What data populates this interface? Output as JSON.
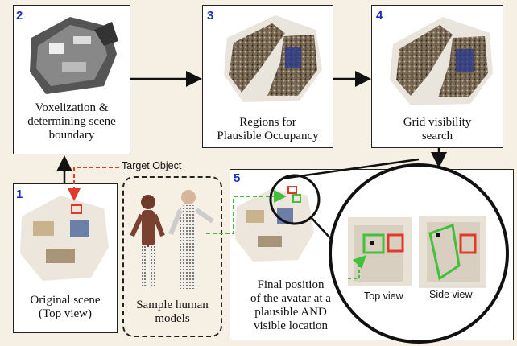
{
  "steps": [
    {
      "num": "1",
      "caption_lines": [
        "Original scene",
        "(Top view)"
      ]
    },
    {
      "num": "2",
      "caption_lines": [
        "Voxelization &",
        "determining scene",
        "boundary"
      ]
    },
    {
      "num": "3",
      "caption_lines": [
        "Regions for",
        "Plausible Occupancy"
      ]
    },
    {
      "num": "4",
      "caption_lines": [
        "Grid visibility",
        "search"
      ]
    },
    {
      "num": "5",
      "caption_lines": [
        "Final position",
        "of the avatar at a",
        "plausible AND",
        "visible location"
      ]
    }
  ],
  "human_models": {
    "caption_lines": [
      "Sample human",
      "models"
    ]
  },
  "target_label": "Target Object",
  "views": {
    "top": "Top view",
    "side": "Side view"
  },
  "colors": {
    "step_number": "#1a2fbf",
    "target": "#e23a2a",
    "avatar": "#43c03a",
    "background": "#f6efe3"
  }
}
